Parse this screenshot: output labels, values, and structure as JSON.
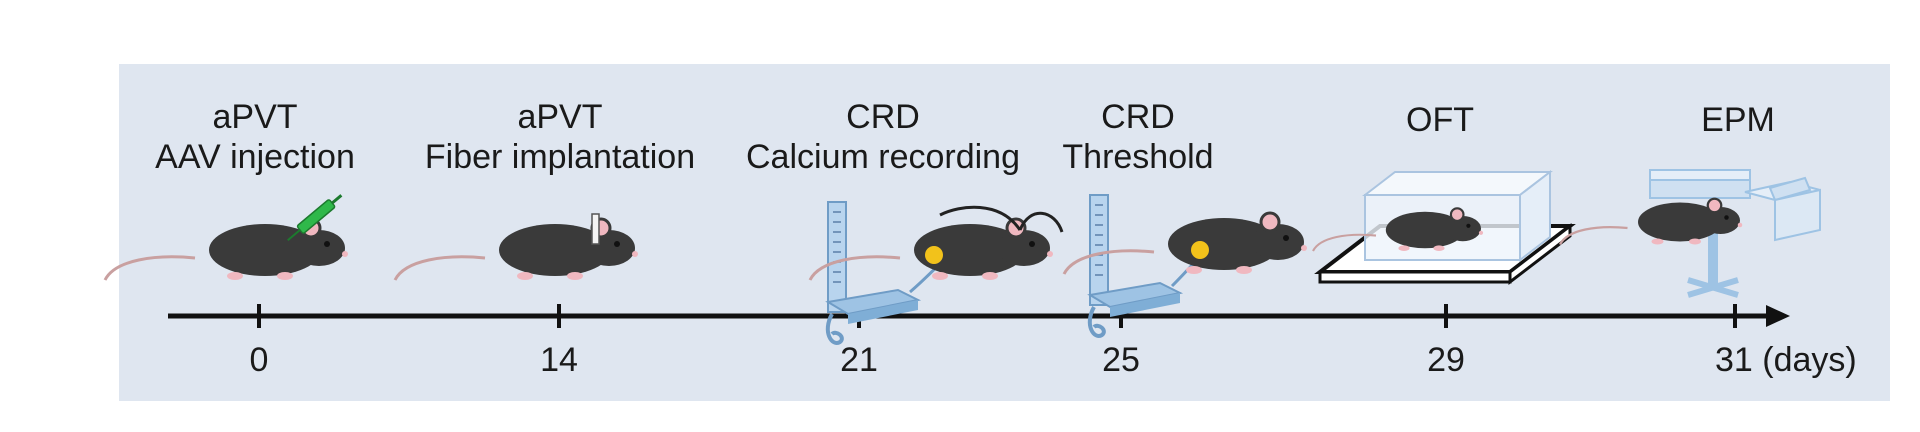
{
  "events": [
    {
      "day": "0",
      "line1": "aPVT",
      "line2": "AAV injection"
    },
    {
      "day": "14",
      "line1": "aPVT",
      "line2": "Fiber implantation"
    },
    {
      "day": "21",
      "line1": "CRD",
      "line2": "Calcium recording"
    },
    {
      "day": "25",
      "line1": "CRD",
      "line2": "Threshold"
    },
    {
      "day": "29",
      "line1": "OFT",
      "line2": ""
    },
    {
      "day": "31",
      "line1": "EPM",
      "line2": ""
    }
  ],
  "axis": {
    "unit": "(days)"
  },
  "colors": {
    "panel": "#dfe6f0",
    "mouse": "#3a3a3a",
    "ear": "#f0b8c0",
    "syringe": "#2fb84a",
    "apparatus": "#9ec3e4",
    "led": "#f2c21b"
  },
  "icons": [
    "mouse-icon",
    "syringe-icon",
    "fiber-implant-icon",
    "barostat-icon",
    "open-field-box-icon",
    "elevated-plus-maze-icon"
  ]
}
